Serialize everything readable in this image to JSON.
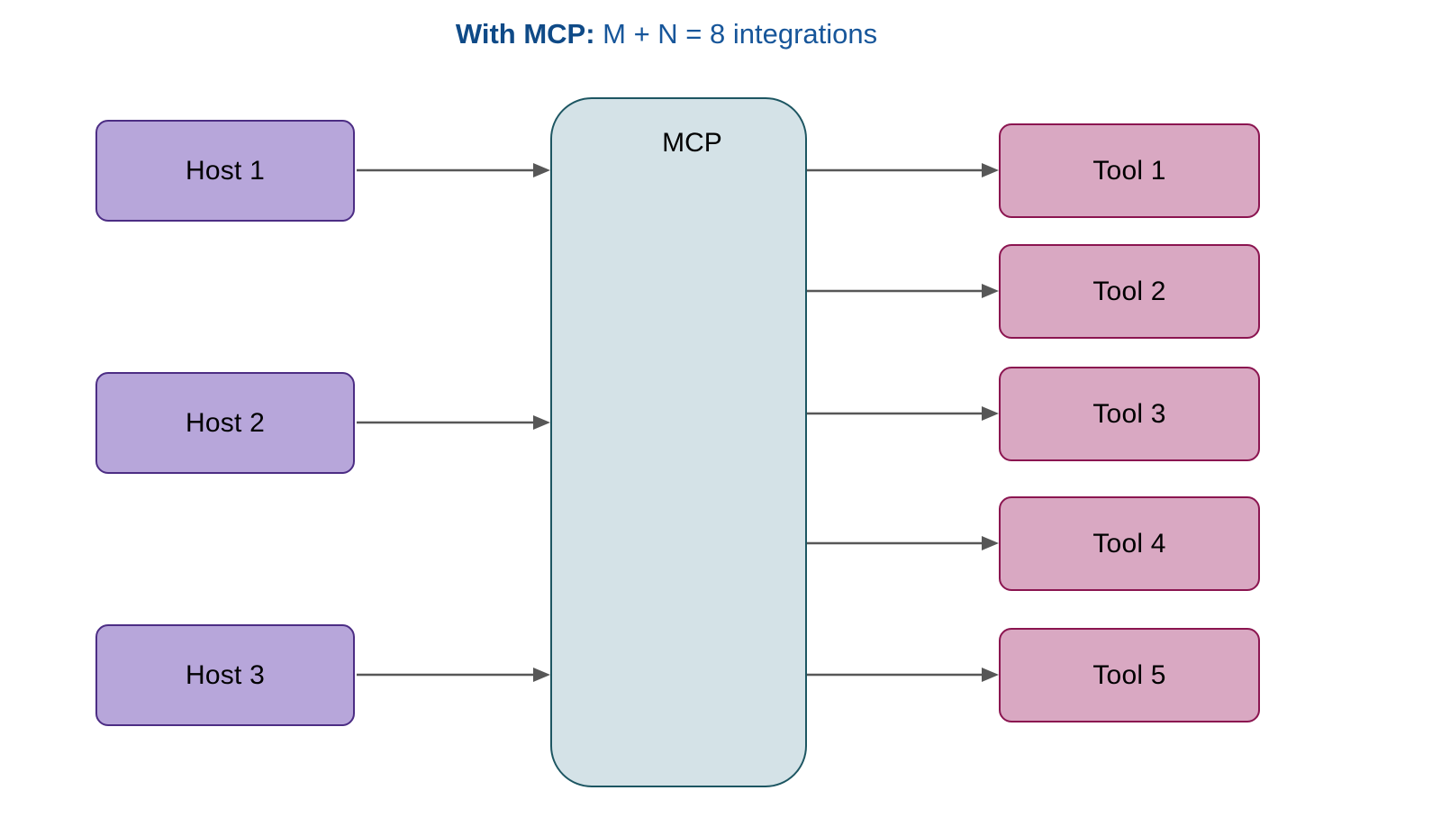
{
  "diagram": {
    "title": {
      "strong": "With MCP:",
      "rest": " M + N = 8 integrations"
    },
    "hub": {
      "label": "MCP",
      "fill": "#d4e2e7",
      "border": "#1d5662"
    },
    "hosts": {
      "fill": "#b7a6da",
      "border": "#4c2d84",
      "items": [
        {
          "label": "Host 1"
        },
        {
          "label": "Host 2"
        },
        {
          "label": "Host 3"
        }
      ]
    },
    "tools": {
      "fill": "#d9a8c2",
      "border": "#8b1550",
      "items": [
        {
          "label": "Tool 1"
        },
        {
          "label": "Tool 2"
        },
        {
          "label": "Tool 3"
        },
        {
          "label": "Tool 4"
        },
        {
          "label": "Tool 5"
        }
      ]
    },
    "connectors": {
      "color": "#575757",
      "host_to_hub_count": 3,
      "hub_to_tool_count": 5
    },
    "background": "#ffffff",
    "title_color": "#14538f"
  },
  "chart_data": {
    "type": "diagram",
    "title": "With MCP: M + N = 8 integrations",
    "nodes": [
      {
        "id": "host1",
        "label": "Host 1",
        "group": "host"
      },
      {
        "id": "host2",
        "label": "Host 2",
        "group": "host"
      },
      {
        "id": "host3",
        "label": "Host 3",
        "group": "host"
      },
      {
        "id": "mcp",
        "label": "MCP",
        "group": "hub"
      },
      {
        "id": "tool1",
        "label": "Tool 1",
        "group": "tool"
      },
      {
        "id": "tool2",
        "label": "Tool 2",
        "group": "tool"
      },
      {
        "id": "tool3",
        "label": "Tool 3",
        "group": "tool"
      },
      {
        "id": "tool4",
        "label": "Tool 4",
        "group": "tool"
      },
      {
        "id": "tool5",
        "label": "Tool 5",
        "group": "tool"
      }
    ],
    "edges": [
      {
        "from": "host1",
        "to": "mcp"
      },
      {
        "from": "host2",
        "to": "mcp"
      },
      {
        "from": "host3",
        "to": "mcp"
      },
      {
        "from": "mcp",
        "to": "tool1"
      },
      {
        "from": "mcp",
        "to": "tool2"
      },
      {
        "from": "mcp",
        "to": "tool3"
      },
      {
        "from": "mcp",
        "to": "tool4"
      },
      {
        "from": "mcp",
        "to": "tool5"
      }
    ],
    "m": 3,
    "n": 5,
    "total_integrations": 8
  }
}
